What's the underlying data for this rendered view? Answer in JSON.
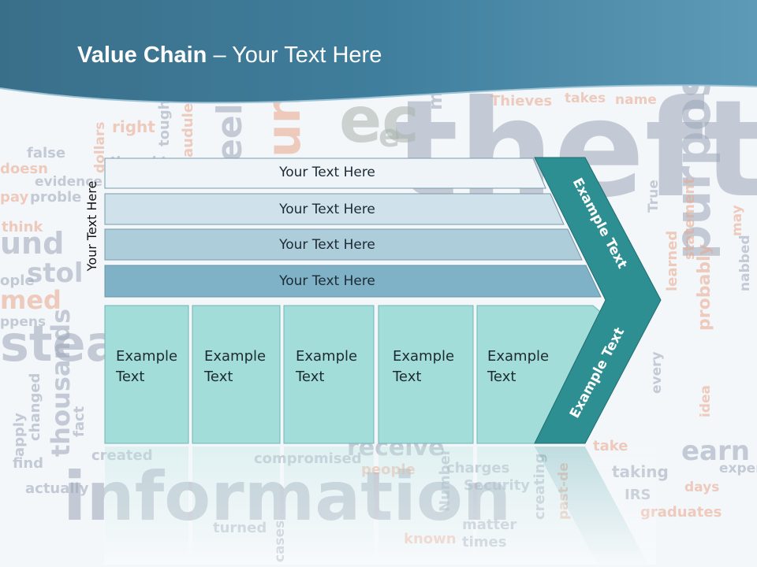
{
  "title": {
    "bold": "Value Chain",
    "rest": " – Your Text Here"
  },
  "side_label": "Your Text Here",
  "rows": [
    {
      "label": "Your Text Here",
      "color": "#eef4f8"
    },
    {
      "label": "Your Text Here",
      "color": "#cfe1ea"
    },
    {
      "label": "Your Text Here",
      "color": "#aecddb"
    },
    {
      "label": "Your Text Here",
      "color": "#7fb1c7"
    }
  ],
  "boxes": [
    {
      "line1": "Example",
      "line2": "Text"
    },
    {
      "line1": "Example",
      "line2": "Text"
    },
    {
      "line1": "Example",
      "line2": "Text"
    },
    {
      "line1": "Example",
      "line2": "Text"
    },
    {
      "line1": "Example",
      "line2": "Text"
    }
  ],
  "chevron": {
    "top_text": "Example Text",
    "bottom_text": "Example Text",
    "color": "#2e8f93"
  },
  "colors": {
    "header": "#3f7e9c",
    "box_fill": "#a3ddd9",
    "box_border": "#6fb5b5"
  },
  "background_words": [
    "theft",
    "information",
    "purpose",
    "Thieves",
    "takes",
    "name",
    "right",
    "false",
    "doesn",
    "evidence",
    "pay",
    "proble",
    "think",
    "und",
    "stol",
    "ople",
    "med",
    "ppens",
    "steals",
    "thousands",
    "changed",
    "apply",
    "fact",
    "find",
    "actually",
    "created",
    "compromised",
    "receive",
    "people",
    "charges",
    "Security",
    "taking",
    "IRS",
    "graduates",
    "take",
    "earn",
    "experien",
    "days",
    "every",
    "idea",
    "probably",
    "learned",
    "statement",
    "nabbed",
    "may",
    "True",
    "Number",
    "matter",
    "times",
    "known",
    "creating",
    "past-de",
    "dollars",
    "thought",
    "tough",
    "audule",
    "cases",
    "turned",
    "eel",
    "unt",
    "ec",
    "e",
    "may"
  ]
}
